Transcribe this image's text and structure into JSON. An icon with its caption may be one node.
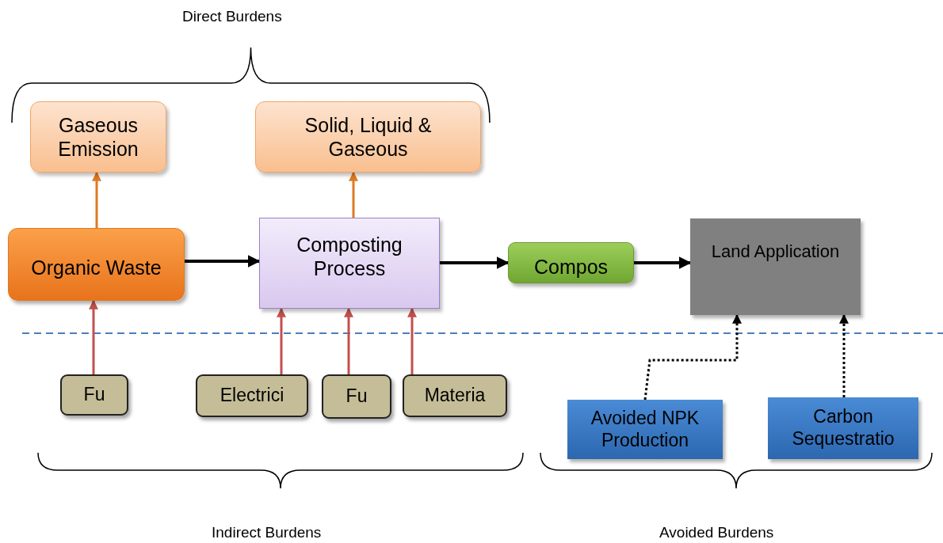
{
  "diagram": {
    "nodes": [
      {
        "text": [
          "Gaseous Emission"
        ]
      },
      {
        "text": [
          "Solid, Liquid & Gaseous"
        ]
      },
      {
        "text": [
          "Organic Waste"
        ]
      },
      {
        "text": [
          "Composting Process"
        ]
      },
      {
        "text": [
          "Compos"
        ]
      },
      {
        "text": [
          "Land Application"
        ]
      },
      {
        "text": [
          "Fu"
        ]
      },
      {
        "text": [
          "Electrici"
        ]
      },
      {
        "text": [
          "Fu"
        ]
      },
      {
        "text": [
          "Materia"
        ]
      },
      {
        "text": [
          "Avoided NPK Production"
        ]
      },
      {
        "text": [
          "Carbon Sequestratio"
        ]
      }
    ],
    "edges": [
      {
        "from": 2,
        "to": 0,
        "arrow": "to",
        "color": "#e07a20"
      },
      {
        "from": 3,
        "to": 1,
        "arrow": "to",
        "color": "#e07a20"
      },
      {
        "from": 2,
        "to": 3,
        "arrow": "to"
      },
      {
        "from": 3,
        "to": 4,
        "arrow": "to"
      },
      {
        "from": 4,
        "to": 5,
        "arrow": "to"
      },
      {
        "from": 6,
        "to": 2,
        "arrow": "to",
        "color": "#c0504d"
      },
      {
        "from": 7,
        "to": 3,
        "arrow": "to",
        "color": "#c0504d"
      },
      {
        "from": 8,
        "to": 3,
        "arrow": "to",
        "color": "#c0504d"
      },
      {
        "from": 9,
        "to": 3,
        "arrow": "to",
        "color": "#c0504d"
      },
      {
        "from": 10,
        "to": 5,
        "arrow": "to",
        "style": "dashed"
      },
      {
        "from": 11,
        "to": 5,
        "arrow": "to",
        "style": "dashed"
      }
    ],
    "labels": [
      "Direct Burdens",
      "Indirect Burdens",
      "Avoided Burdens"
    ]
  }
}
